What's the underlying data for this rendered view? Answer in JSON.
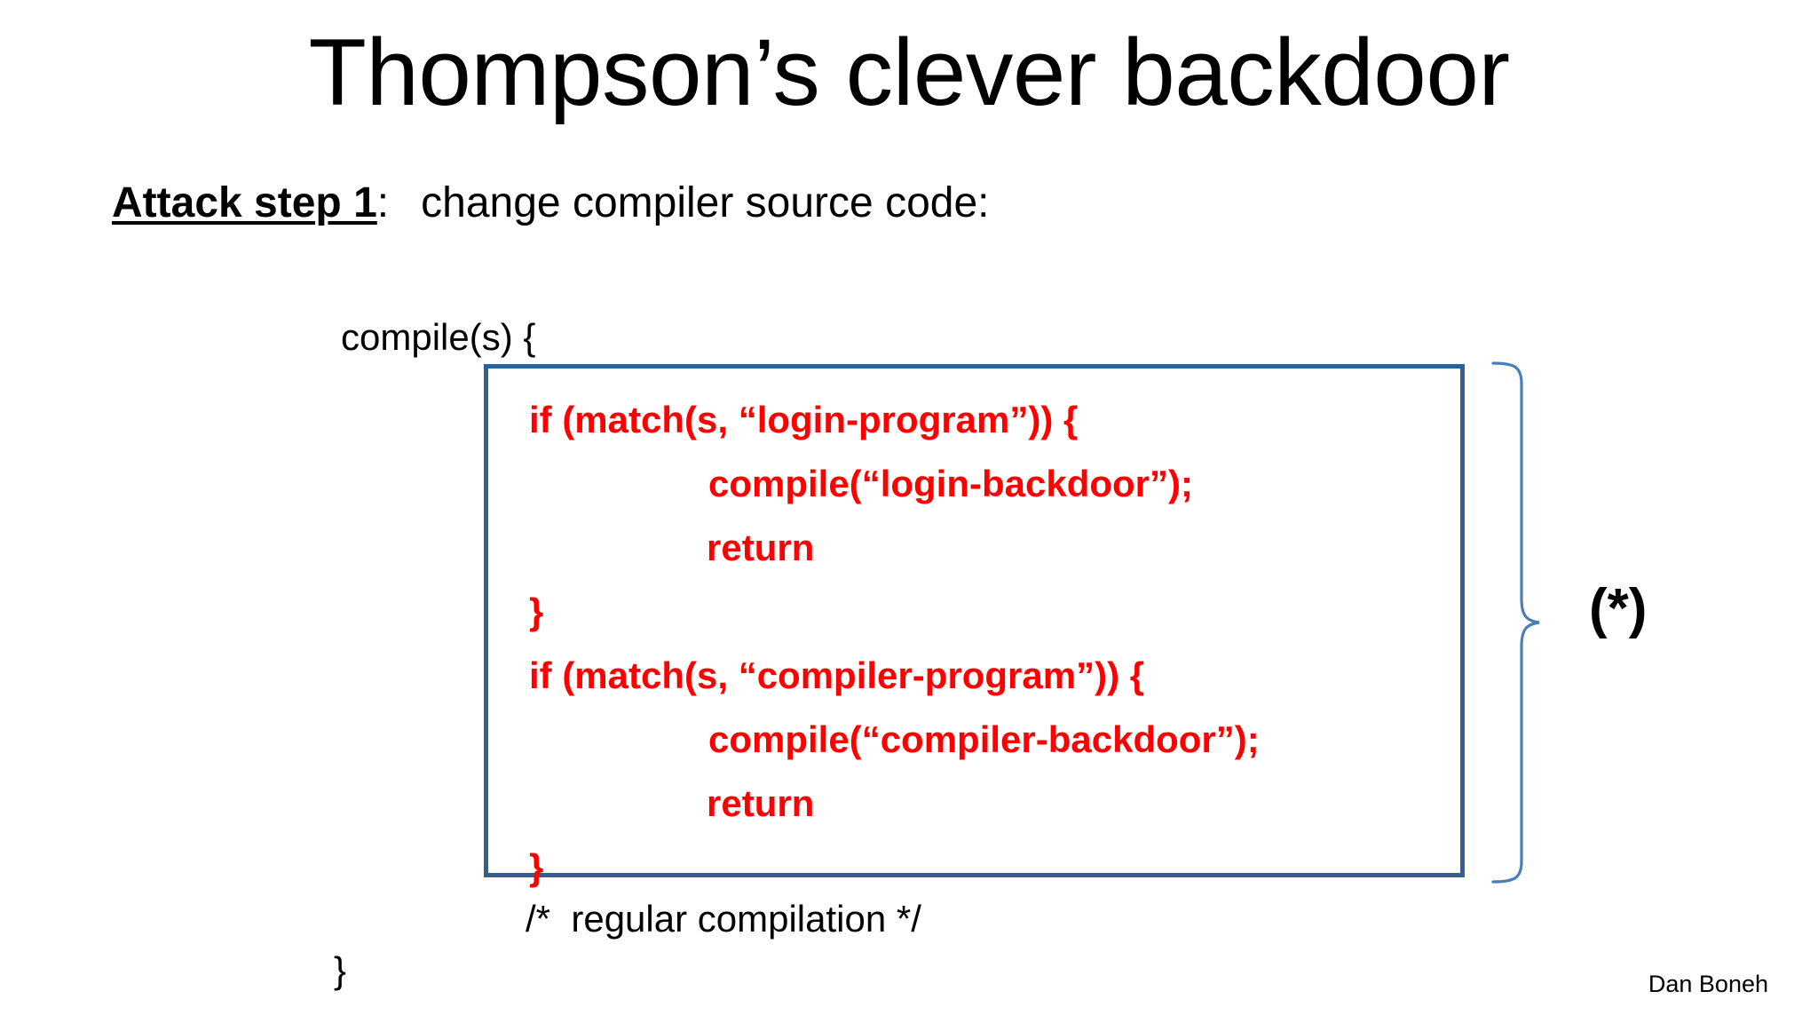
{
  "slide": {
    "title": "Thompson’s clever backdoor",
    "background_color": "#ffffff"
  },
  "step": {
    "emphasis": "Attack step 1",
    "separator": ":",
    "rest": "change compiler source code:"
  },
  "code": {
    "open_line": "compile(s) {",
    "comment_line": "/*  regular compilation */",
    "close_line": "}",
    "backdoor_lines": [
      {
        "text": "if (match(s, “login-program”)) {",
        "indent": 0
      },
      {
        "text": "compile(“login-backdoor”);",
        "indent": 1
      },
      {
        "text": "return",
        "indent": 2
      },
      {
        "text": "}",
        "indent": 0
      },
      {
        "text": "if (match(s, “compiler-program”)) {",
        "indent": 0
      },
      {
        "text": "compile(“compiler-backdoor”);",
        "indent": 1
      },
      {
        "text": "return",
        "indent": 2
      },
      {
        "text": "}",
        "indent": 0
      }
    ],
    "highlight_color": "#ff0000",
    "box_border_color": "#336094"
  },
  "annotation": {
    "marker_label": "(*)",
    "brace_color": "#4a7ebb"
  },
  "footer": {
    "credit": "Dan Boneh"
  }
}
